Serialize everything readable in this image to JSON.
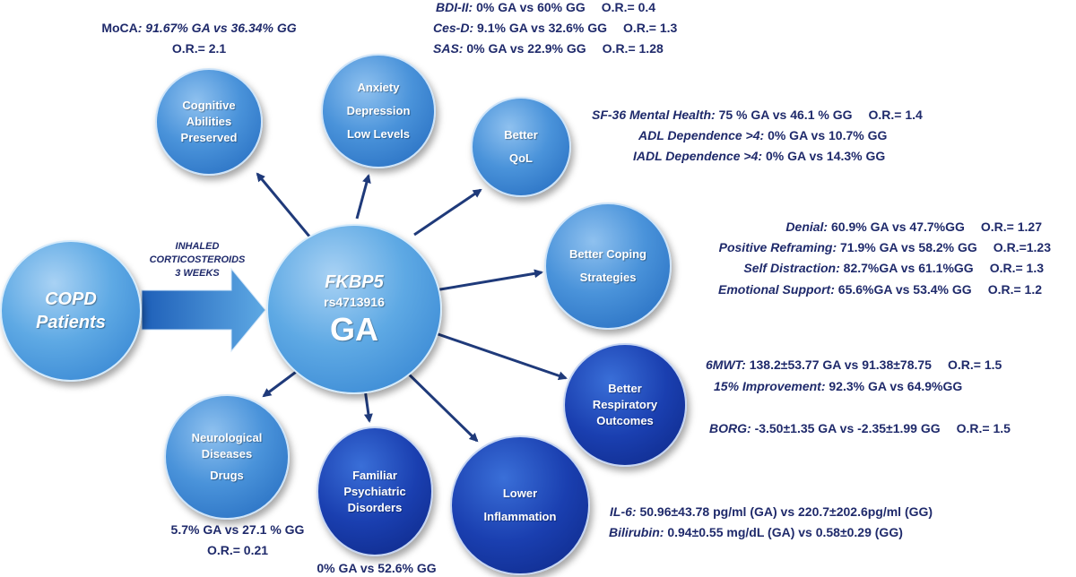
{
  "center": {
    "gene": "FKBP5",
    "snp": "rs4713916",
    "genotype": "GA"
  },
  "copd": {
    "line1": "COPD",
    "line2": "Patients"
  },
  "treatment": {
    "line1": "INHALED",
    "line2": "CORTICOSTEROIDS",
    "line3": "3 WEEKS"
  },
  "nodes": {
    "cognitive": [
      "Cognitive",
      "Abilities",
      "Preserved"
    ],
    "anxiety": [
      "Anxiety",
      "Depression",
      "Low Levels"
    ],
    "qol": [
      "Better",
      "QoL"
    ],
    "coping": [
      "Better Coping",
      "Strategies"
    ],
    "respiratory": [
      "Better",
      "Respiratory",
      "Outcomes"
    ],
    "inflammation": [
      "Lower",
      "Inflammation"
    ],
    "psychiatric": [
      "Familiar",
      "Psychiatric",
      "Disorders"
    ],
    "neuro": [
      "Neurological",
      "Diseases",
      "Drugs"
    ]
  },
  "notes": {
    "moca": {
      "name": "MoCA",
      "text": ": 91.67% GA vs 36.34% GG",
      "or": "O.R.= 2.1"
    },
    "bdi": {
      "name": "BDI-II:",
      "text": "0% GA vs 60% GG",
      "or": "O.R.= 0.4"
    },
    "cesd": {
      "name": "Ces-D:",
      "text": "9.1% GA vs 32.6% GG",
      "or": "O.R.= 1.3"
    },
    "sas": {
      "name": "SAS:",
      "text": "0% GA vs 22.9% GG",
      "or": "O.R.= 1.28"
    },
    "sf36": {
      "name": "SF-36 Mental Health:",
      "text": "75 % GA vs 46.1 % GG",
      "or": "O.R.= 1.4"
    },
    "adl": {
      "name": "ADL Dependence >4:",
      "text": "0% GA vs 10.7% GG"
    },
    "iadl": {
      "name": "IADL Dependence >4:",
      "text": "0% GA vs 14.3% GG"
    },
    "denial": {
      "name": "Denial:",
      "text": "60.9% GA vs 47.7%GG",
      "or": "O.R.= 1.27"
    },
    "reframing": {
      "name": "Positive Reframing:",
      "text": "71.9% GA vs 58.2% GG",
      "or": "O.R.=1.23"
    },
    "distraction": {
      "name": "Self Distraction:",
      "text": "82.7%GA vs 61.1%GG",
      "or": "O.R.= 1.3"
    },
    "support": {
      "name": "Emotional Support:",
      "text": "65.6%GA vs 53.4% GG",
      "or": "O.R.= 1.2"
    },
    "mwt": {
      "name": "6MWT:",
      "text": "138.2±53.77 GA vs 91.38±78.75",
      "or": "O.R.= 1.5"
    },
    "improvement": {
      "name": "15% Improvement:",
      "text": "92.3% GA vs 64.9%GG"
    },
    "borg": {
      "name": "BORG:",
      "text": "-3.50±1.35 GA vs -2.35±1.99 GG",
      "or": "O.R.= 1.5"
    },
    "il6": {
      "name": "IL-6:",
      "text": "50.96±43.78 pg/ml (GA) vs 220.7±202.6pg/ml (GG)"
    },
    "bilirubin": {
      "name": "Bilirubin:",
      "text": "0.94±0.55 mg/dL (GA) vs 0.58±0.29 (GG)"
    },
    "neuro": {
      "text": "5.7% GA vs 27.1 % GG",
      "or": "O.R.= 0.21"
    },
    "psych": {
      "text": "0% GA vs 52.6% GG"
    }
  },
  "colors": {
    "text": "#1f2a6b",
    "arrow": "#1f3a7a",
    "light": "#5ea9e4",
    "dark": "#1a3fb0"
  }
}
